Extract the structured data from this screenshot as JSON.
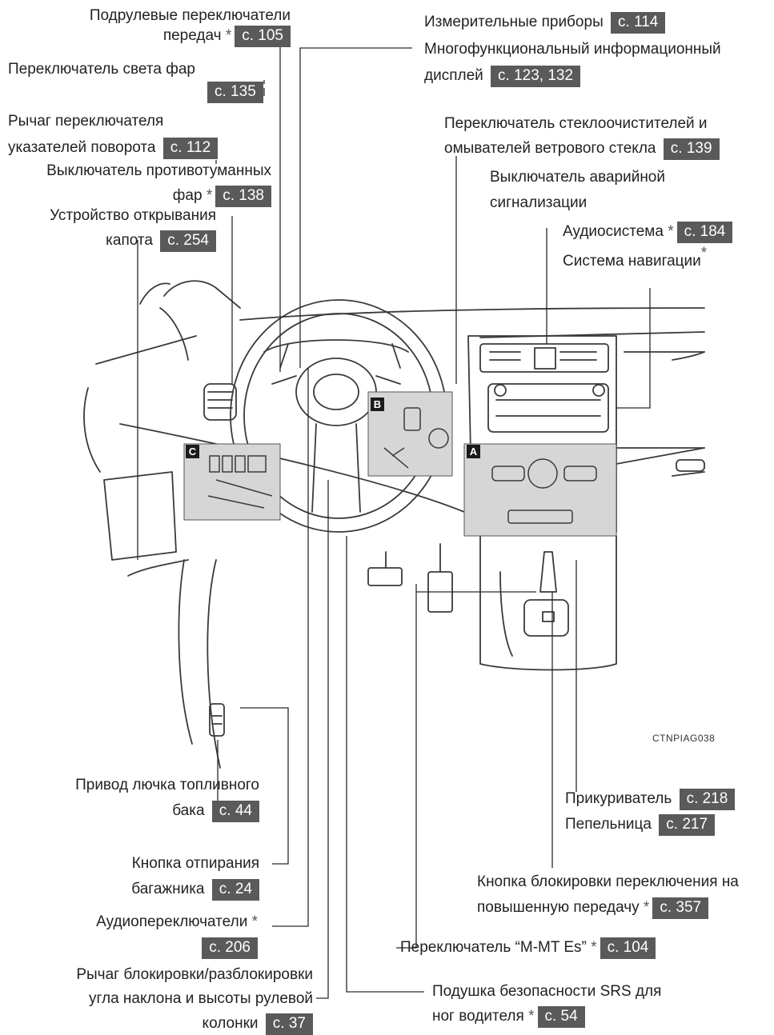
{
  "labels": {
    "paddle_shift": {
      "line1": "Подрулевые переключатели",
      "line2": "передач",
      "star": "*",
      "page": "с. 105"
    },
    "headlight": {
      "line1": "Переключатель света фар",
      "page": "с. 135"
    },
    "turn_signal": {
      "line1": "Рычаг переключателя",
      "line2": "указателей поворота",
      "page": "с. 112"
    },
    "fog": {
      "line1": "Выключатель противотуманных",
      "line2": "фар",
      "star": "*",
      "page": "с. 138"
    },
    "hood": {
      "line1": "Устройство открывания",
      "line2": "капота",
      "page": "с. 254"
    },
    "gauges": {
      "line1": "Измерительные приборы",
      "page": "с. 114"
    },
    "mid": {
      "line1": "Многофункциональный информационный",
      "line2": "дисплей",
      "page": "с. 123, 132"
    },
    "wiper": {
      "line1": "Переключатель стеклоочистителей и",
      "line2": "омывателей ветрового стекла",
      "page": "с. 139"
    },
    "hazard": {
      "line1": "Выключатель аварийной",
      "line2": "сигнализации"
    },
    "audio": {
      "line1": "Аудиосистема",
      "star": "*",
      "page": "с. 184"
    },
    "nav": {
      "line1": "Система навигации",
      "star": "*"
    },
    "fuel": {
      "line1": "Привод лючка топливного",
      "line2": "бака",
      "page": "с. 44"
    },
    "trunk": {
      "line1": "Кнопка отпирания",
      "line2": "багажника",
      "page": "с. 24"
    },
    "audio_sw": {
      "line1": "Аудиопереключатели",
      "star": "*",
      "page": "с. 206"
    },
    "tilt": {
      "line1": "Рычаг блокировки/разблокировки",
      "line2": "угла наклона и высоты рулевой",
      "line3": "колонки",
      "page": "с. 37"
    },
    "lighter": {
      "line1": "Прикуриватель",
      "page": "с. 218"
    },
    "ashtray": {
      "line1": "Пепельница",
      "page": "с. 217"
    },
    "overdrive": {
      "line1": "Кнопка блокировки переключения на",
      "line2": "повышенную передачу",
      "star": "*",
      "page": "с. 357"
    },
    "mmt": {
      "line1": "Переключатель “M-MT Es”",
      "star": "*",
      "page": "с. 104"
    },
    "knee_airbag": {
      "line1": "Подушка безопасности SRS для",
      "line2": "ног водителя",
      "star": "*",
      "page": "с. 54"
    }
  },
  "callouts": {
    "a": "A",
    "b": "B",
    "c": "C"
  },
  "image_code": "CTNPIAG038",
  "colors": {
    "badge": "#5a5a5a",
    "line": "#2a2a2a",
    "drawing": "#3a3a3a"
  }
}
